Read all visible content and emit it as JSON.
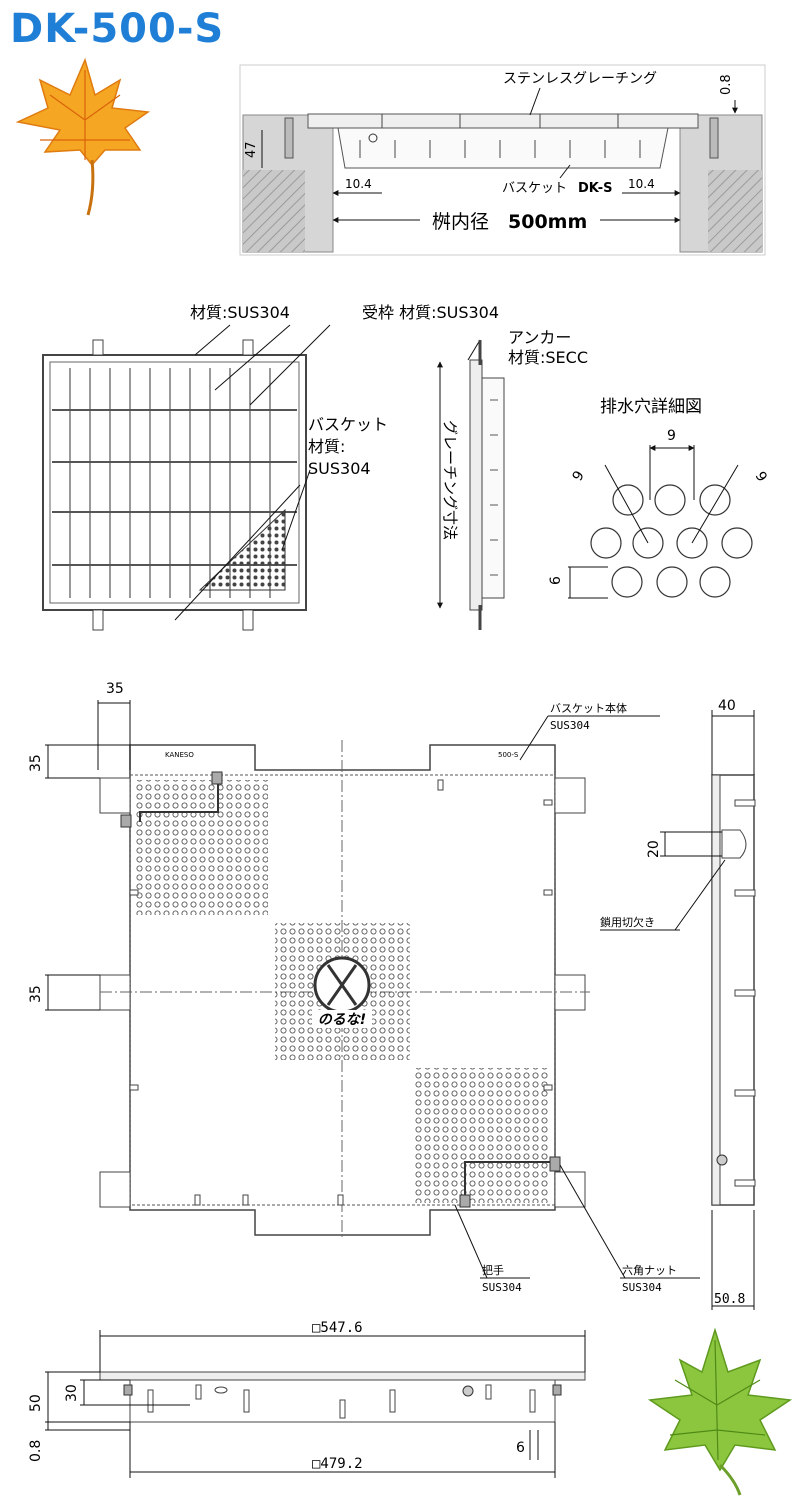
{
  "title": "DK-500-S",
  "section_view": {
    "grating_label": "ステンレスグレーチング",
    "dim_top": "0.8",
    "dim_left": "47",
    "dim_gap_left": "10.4",
    "dim_gap_right": "10.4",
    "basket_prefix": "バスケット",
    "basket_model": "DK-S",
    "inner_diameter_prefix": "桝内径",
    "inner_diameter_value": "500mm"
  },
  "overview": {
    "material_main": "材質:SUS304",
    "frame_material": "受枠 材質:SUS304",
    "anchor_label": "アンカー",
    "anchor_material": "材質:SECC",
    "basket_label": "バスケット",
    "basket_material_label": "材質:",
    "basket_material_value": "SUS304",
    "grating_dimension": "グレーチング寸法",
    "drain_title": "排水穴詳細図",
    "drain_dim_top": "9",
    "drain_dim_left": "9",
    "drain_dim_right": "9",
    "drain_dim_side": "6"
  },
  "plan_view": {
    "dim_35_top": "35",
    "dim_35_left": "35",
    "dim_35_mid": "35",
    "maker_mark": "KANESO",
    "model_mark": "500-S",
    "logo_text": "のるな!",
    "basket_body": "バスケット本体",
    "basket_body_material": "SUS304",
    "handle": "把手",
    "handle_material": "SUS304",
    "hex_nut": "六角ナット",
    "hex_nut_material": "SUS304"
  },
  "side_view": {
    "dim_40": "40",
    "dim_20": "20",
    "lock_notch": "鎖用切欠き",
    "dim_508": "50.8"
  },
  "front_view": {
    "dim_outer": "□547.6",
    "dim_inner": "□479.2",
    "dim_50": "50",
    "dim_08": "0.8",
    "dim_30": "30",
    "dim_6": "6"
  },
  "leaf_colors": {
    "orange_leaf": "#f5a623",
    "green_leaf": "#8cc63f"
  }
}
